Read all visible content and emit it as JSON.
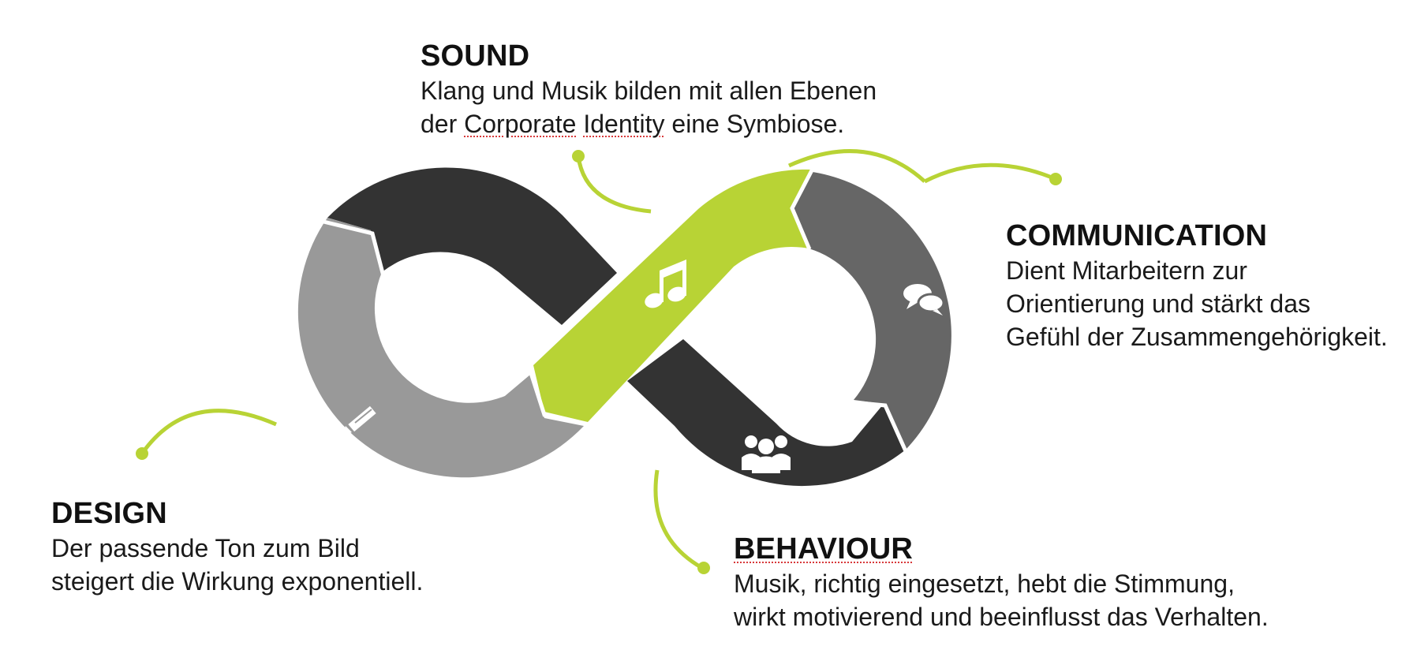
{
  "colors": {
    "accent_green": "#b8d335",
    "dark_segment": "#333333",
    "mid_segment": "#666666",
    "light_segment": "#999999",
    "background": "#ffffff",
    "spellcheck_underline": "#d8393b"
  },
  "segments": [
    {
      "id": "sound",
      "color": "#b8d335",
      "icon": "music-note-icon"
    },
    {
      "id": "communication",
      "color": "#666666",
      "icon": "speech-bubbles-icon"
    },
    {
      "id": "behaviour",
      "color": "#333333",
      "icon": "group-people-icon"
    },
    {
      "id": "design",
      "color": "#999999",
      "icon": "pencil-icon"
    },
    {
      "id": "top-left",
      "color": "#333333",
      "icon": null
    }
  ],
  "sound": {
    "title": "SOUND",
    "line1": "Klang und Musik bilden mit allen Ebenen",
    "line2_a": "der ",
    "line2_b": "Corporate",
    "line2_c": " ",
    "line2_d": "Identity",
    "line2_e": " eine Symbiose."
  },
  "communication": {
    "title": "COMMUNICATION",
    "line1": "Dient Mitarbeitern zur",
    "line2": "Orientierung und stärkt das",
    "line3": "Gefühl der Zusammengehörigkeit."
  },
  "design": {
    "title": "DESIGN",
    "line1": "Der passende Ton zum Bild",
    "line2": "steigert die Wirkung exponentiell."
  },
  "behaviour": {
    "title": "BEHAVIOUR",
    "line1": "Musik, richtig eingesetzt, hebt die Stimmung,",
    "line2": "wirkt motivierend und beeinflusst das Verhalten."
  }
}
